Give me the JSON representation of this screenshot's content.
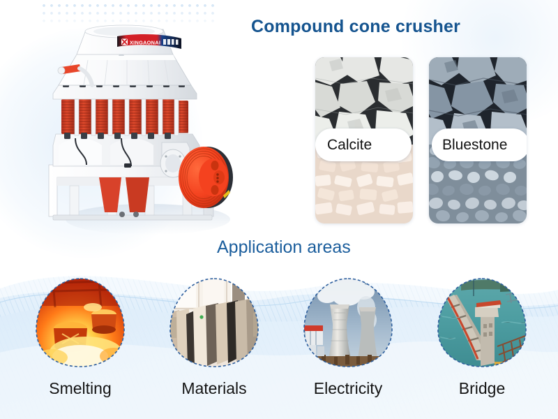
{
  "title": "Compound cone crusher",
  "machine": {
    "brand_text": "XINGAONAI",
    "body_color": "#f4f5f7",
    "spring_color": "#d8422a",
    "flywheel_color": "#f4421f",
    "band_red": "#d32027",
    "band_blue": "#16418a"
  },
  "materials": {
    "cards": [
      {
        "name": "Calcite",
        "label": "Calcite"
      },
      {
        "name": "Bluestone",
        "label": "Bluestone"
      }
    ]
  },
  "section": {
    "heading": "Application areas",
    "heading_color": "#1a5d9c"
  },
  "applications": {
    "items": [
      {
        "label": "Smelting",
        "icon": "smelting-furnace-icon"
      },
      {
        "label": "Materials",
        "icon": "stone-slabs-icon"
      },
      {
        "label": "Electricity",
        "icon": "cooling-tower-icon"
      },
      {
        "label": "Bridge",
        "icon": "bridge-icon"
      }
    ],
    "blob_border_color": "#2e5f9e"
  },
  "theme": {
    "title_color": "#15548f",
    "background": "#ffffff",
    "wave_color": "#d3e6f7"
  }
}
